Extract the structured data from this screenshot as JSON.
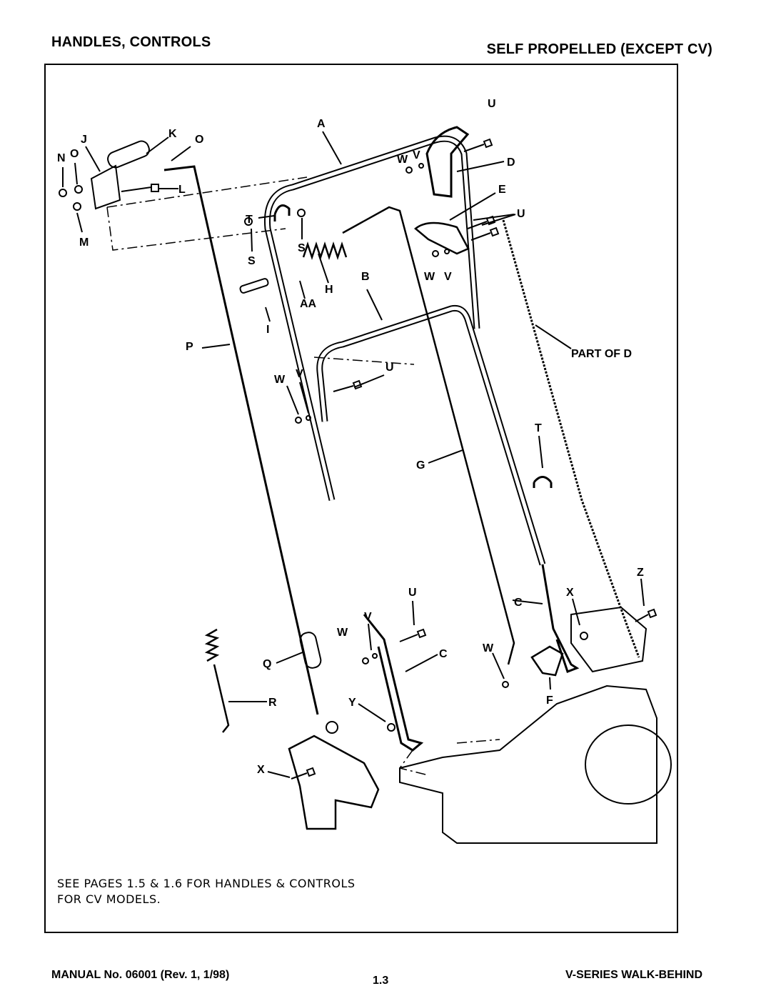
{
  "header": {
    "left_title": "HANDLES, CONTROLS",
    "right_title": "SELF PROPELLED (EXCEPT CV)"
  },
  "diagram": {
    "labels": {
      "A": "A",
      "B": "B",
      "C": "C",
      "C2": "C",
      "D": "D",
      "E": "E",
      "F": "F",
      "G": "G",
      "H": "H",
      "I": "I",
      "J": "J",
      "K": "K",
      "L": "L",
      "M": "M",
      "N": "N",
      "O1": "O",
      "O2": "O",
      "P": "P",
      "Q": "Q",
      "R": "R",
      "S1": "S",
      "S2": "S",
      "T1": "T",
      "T2": "T",
      "U1": "U",
      "U2": "U",
      "U3": "U",
      "U4": "U",
      "V1": "V",
      "V2": "V",
      "V3": "V",
      "V4": "V",
      "W1": "W",
      "W2": "W",
      "W3": "W",
      "W4": "W",
      "W5": "W",
      "X1": "X",
      "X2": "X",
      "Y": "Y",
      "Z": "Z",
      "AA": "AA",
      "part_of_d": "PART OF D"
    }
  },
  "note": {
    "line1": "SEE PAGES 1.5 & 1.6 FOR HANDLES & CONTROLS",
    "line2": "FOR CV MODELS."
  },
  "footer": {
    "manual": "MANUAL No. 06001 (Rev. 1, 1/98)",
    "page": "1.3",
    "series": "V-SERIES WALK-BEHIND"
  }
}
